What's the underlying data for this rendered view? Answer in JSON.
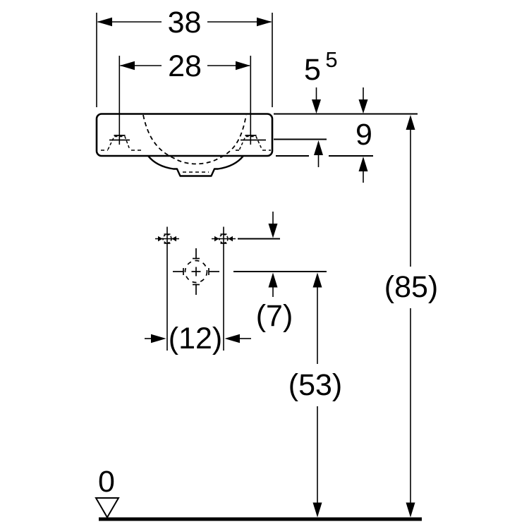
{
  "drawing": {
    "title": "washbasin-installation-dimension-drawing",
    "labels": {
      "overall_width": "38",
      "tap_spacing": "28",
      "top_to_tapline_main": "5",
      "top_to_tapline_sup": "5",
      "front_height": "9",
      "supply_to_drain": "(7)",
      "supply_spacing": "(12)",
      "drain_height": "(53)",
      "rim_height": "(85)",
      "datum_zero": "0"
    },
    "colors": {
      "line": "#000000",
      "background": "#ffffff"
    }
  }
}
